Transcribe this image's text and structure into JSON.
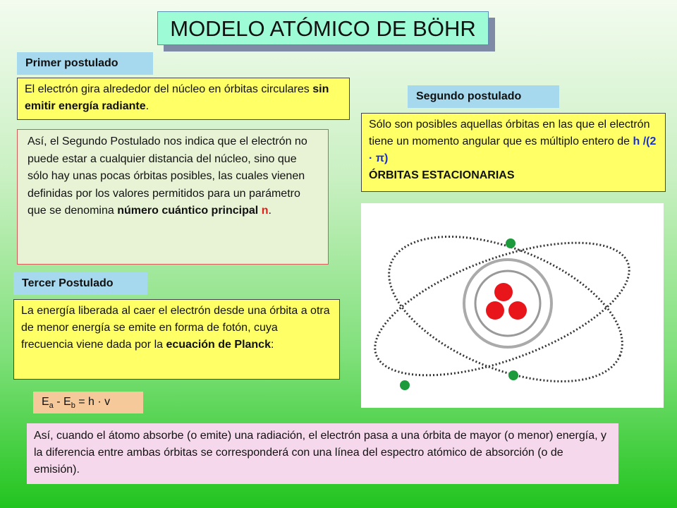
{
  "title": "MODELO ATÓMICO DE BÖHR",
  "first": {
    "label": "Primer postulado",
    "text_a": "El electrón gira alrededor del núcleo en órbitas circulares ",
    "text_bold": "sin emitir energía radiante",
    "text_end": "."
  },
  "second": {
    "label": "Segundo postulado",
    "text_a": "Sólo son posibles aquellas órbitas en las que el electrón tiene un momento angular que es múltiplo entero de ",
    "formula": "h /(2 · π)",
    "text_bold": "ÓRBITAS ESTACIONARIAS"
  },
  "explain": {
    "text_a": "Así, el Segundo Postulado nos indica que el electrón no puede estar a cualquier distancia  del núcleo, sino  que sólo hay unas pocas órbitas posibles, las cuales vienen definidas por los valores  permitidos para  un  parámetro  que se denomina ",
    "text_bold": "número cuántico principal",
    "n": "n",
    "text_end": "."
  },
  "third": {
    "label": "Tercer Postulado",
    "text_a": "La energía liberada al caer el electrón desde una órbita a otra de menor energía se emite en forma de fotón, cuya frecuencia viene dada por la ",
    "text_bold": "ecuación de Planck",
    "text_end": ":"
  },
  "equation": {
    "e1": "E",
    "sub1": "a",
    "minus": " - E",
    "sub2": "b",
    "rest": " = h · v"
  },
  "bottom": {
    "text": "Así, cuando el átomo absorbe (o emite) una radiación, el electrón pasa a una órbita de mayor  (o menor)  energía,  y  la diferencia entre ambas órbitas se corresponderá con una línea del espectro atómico de absorción (o de emisión)."
  },
  "colors": {
    "title_bg": "#9dfcd6",
    "label_bg": "#a6d8ee",
    "yellow_box": "#ffff66",
    "nucleus": "#e8161b",
    "electron": "#1c9a3c"
  },
  "icons": [
    "bohr-atom-diagram"
  ]
}
